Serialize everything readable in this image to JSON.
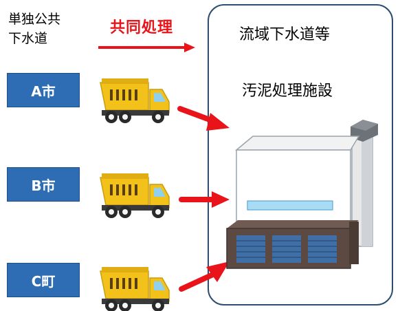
{
  "left_label": [
    "単独公共",
    "下水道"
  ],
  "joint_label": "共同処理",
  "municipalities": [
    {
      "label": "A市"
    },
    {
      "label": "B市"
    },
    {
      "label": "C町"
    }
  ],
  "facility": {
    "title": "流域下水道等",
    "plant": "汚泥処理施設"
  },
  "colors": {
    "arrow": "#e8141a",
    "muni_box": "#2e6db4",
    "frame": "#2d4d72",
    "truck_body": "#f2c21b",
    "truck_cab_window": "#8fd0ee",
    "facility_roof_band": "#4b5a6b"
  }
}
